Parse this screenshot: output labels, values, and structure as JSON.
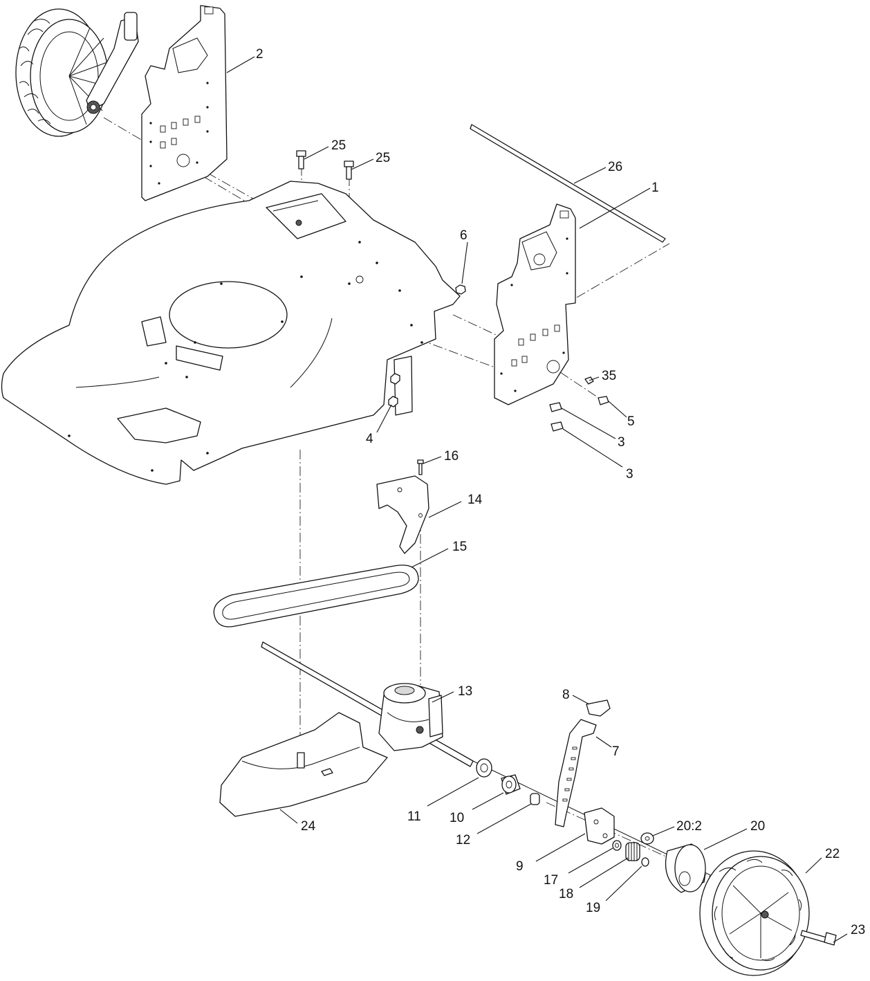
{
  "callouts": [
    {
      "id": "c2",
      "text": "2"
    },
    {
      "id": "c25a",
      "text": "25"
    },
    {
      "id": "c25b",
      "text": "25"
    },
    {
      "id": "c26",
      "text": "26"
    },
    {
      "id": "c1",
      "text": "1"
    },
    {
      "id": "c6",
      "text": "6"
    },
    {
      "id": "c35",
      "text": "35"
    },
    {
      "id": "c5",
      "text": "5"
    },
    {
      "id": "c3a",
      "text": "3"
    },
    {
      "id": "c3b",
      "text": "3"
    },
    {
      "id": "c4",
      "text": "4"
    },
    {
      "id": "c16",
      "text": "16"
    },
    {
      "id": "c14",
      "text": "14"
    },
    {
      "id": "c15",
      "text": "15"
    },
    {
      "id": "c13",
      "text": "13"
    },
    {
      "id": "c8",
      "text": "8"
    },
    {
      "id": "c7",
      "text": "7"
    },
    {
      "id": "c11",
      "text": "11"
    },
    {
      "id": "c10",
      "text": "10"
    },
    {
      "id": "c12",
      "text": "12"
    },
    {
      "id": "c24",
      "text": "24"
    },
    {
      "id": "c9",
      "text": "9"
    },
    {
      "id": "c20_2",
      "text": "20:2"
    },
    {
      "id": "c20",
      "text": "20"
    },
    {
      "id": "c17",
      "text": "17"
    },
    {
      "id": "c18",
      "text": "18"
    },
    {
      "id": "c19",
      "text": "19"
    },
    {
      "id": "c22",
      "text": "22"
    },
    {
      "id": "c23",
      "text": "23"
    }
  ]
}
